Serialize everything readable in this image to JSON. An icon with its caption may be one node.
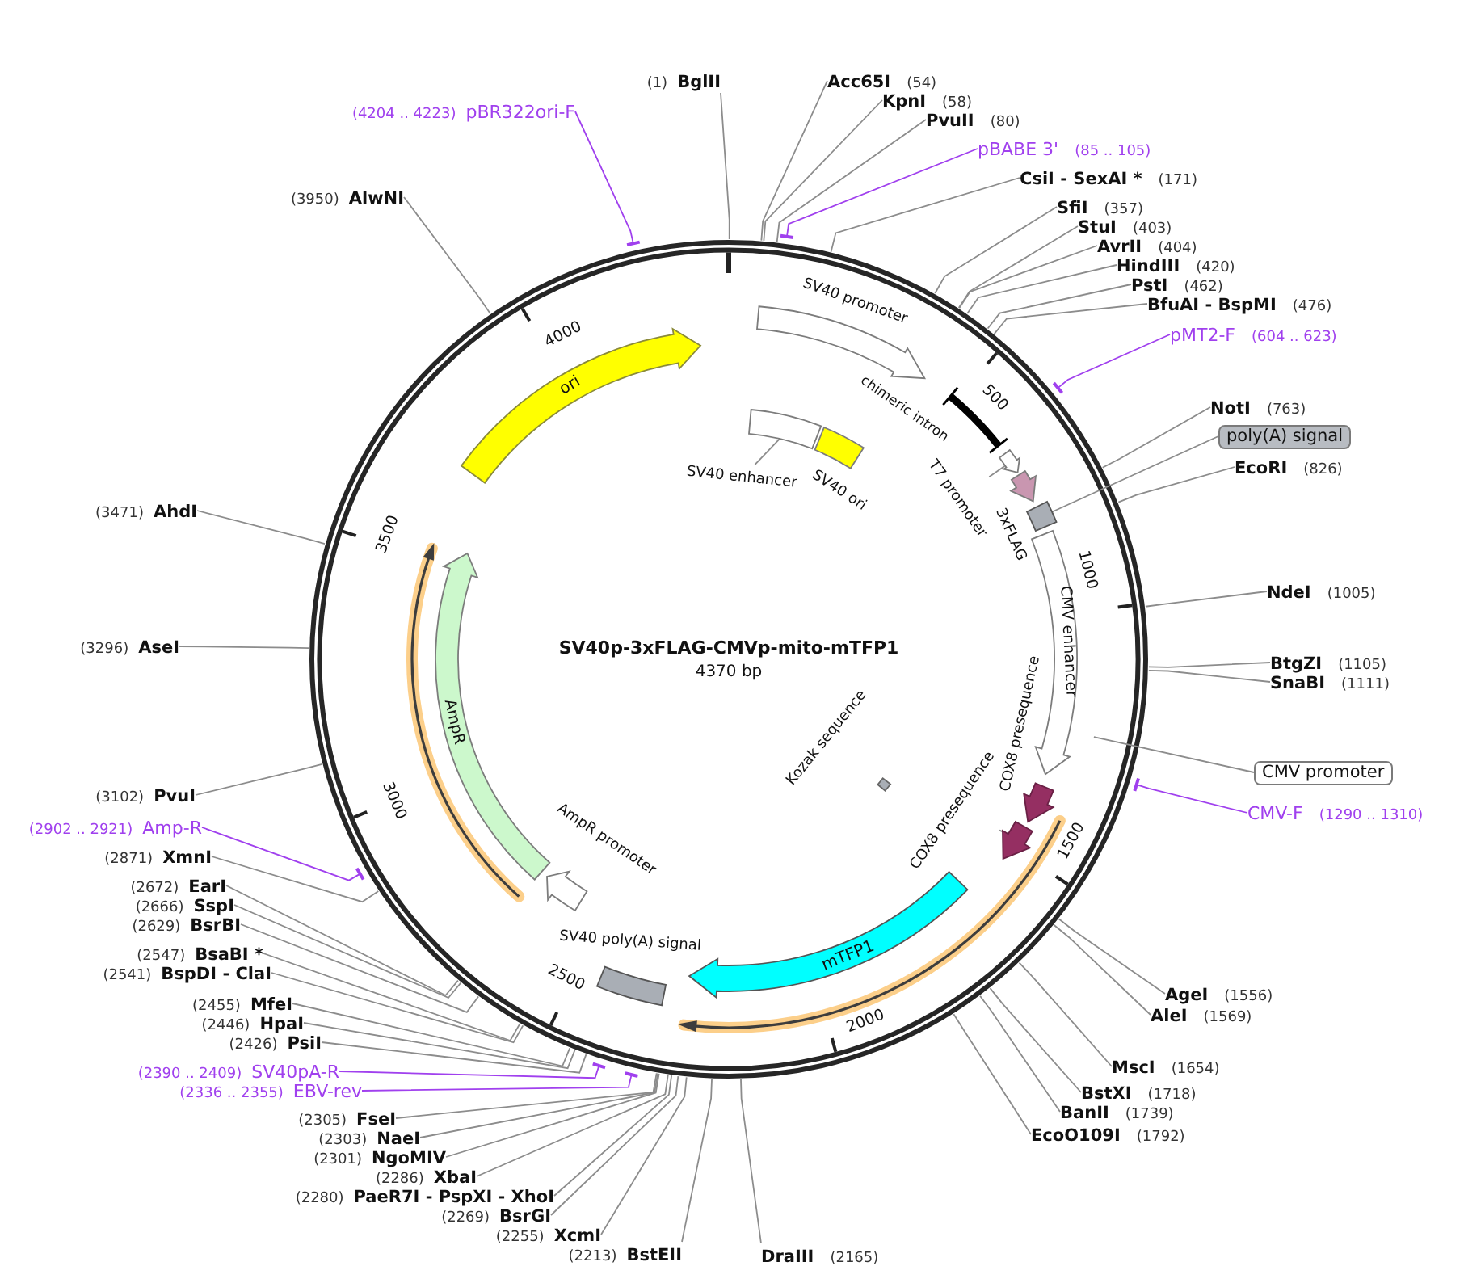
{
  "diagram": {
    "title": "SV40p-3xFLAG-CMVp-mito-mTFP1",
    "nodes": [
      {
        "text": [
          "BglII"
        ],
        "beside": [
          "(1)"
        ]
      },
      {
        "text": [
          "Acc65I"
        ],
        "beside": [
          "(54)"
        ]
      },
      {
        "text": [
          "KpnI"
        ],
        "beside": [
          "(58)"
        ]
      },
      {
        "text": [
          "PvuII"
        ],
        "beside": [
          "(80)"
        ]
      },
      {
        "text": [
          "pBABE 3'"
        ],
        "beside": [
          "(85 .. 105)"
        ]
      },
      {
        "text": [
          "CsiI - SexAI *"
        ],
        "beside": [
          "(171)"
        ]
      },
      {
        "text": [
          "SfiI"
        ],
        "beside": [
          "(357)"
        ]
      },
      {
        "text": [
          "StuI"
        ],
        "beside": [
          "(403)"
        ]
      },
      {
        "text": [
          "AvrII"
        ],
        "beside": [
          "(404)"
        ]
      },
      {
        "text": [
          "HindIII"
        ],
        "beside": [
          "(420)"
        ]
      },
      {
        "text": [
          "PstI"
        ],
        "beside": [
          "(462)"
        ]
      },
      {
        "text": [
          "BfuAI - BspMI"
        ],
        "beside": [
          "(476)"
        ]
      },
      {
        "text": [
          "pMT2-F"
        ],
        "beside": [
          "(604 .. 623)"
        ]
      },
      {
        "text": [
          "NotI"
        ],
        "beside": [
          "(763)"
        ]
      },
      {
        "text": [
          "poly(A) signal"
        ]
      },
      {
        "text": [
          "EcoRI"
        ],
        "beside": [
          "(826)"
        ]
      },
      {
        "text": [
          "NdeI"
        ],
        "beside": [
          "(1005)"
        ]
      },
      {
        "text": [
          "BtgZI"
        ],
        "beside": [
          "(1105)"
        ]
      },
      {
        "text": [
          "SnaBI"
        ],
        "beside": [
          "(1111)"
        ]
      },
      {
        "text": [
          "CMV promoter"
        ]
      },
      {
        "text": [
          "CMV-F"
        ],
        "beside": [
          "(1290 .. 1310)"
        ]
      },
      {
        "text": [
          "AgeI"
        ],
        "beside": [
          "(1556)"
        ]
      },
      {
        "text": [
          "AleI"
        ],
        "beside": [
          "(1569)"
        ]
      },
      {
        "text": [
          "MscI"
        ],
        "beside": [
          "(1654)"
        ]
      },
      {
        "text": [
          "BstXI"
        ],
        "beside": [
          "(1718)"
        ]
      },
      {
        "text": [
          "BanII"
        ],
        "beside": [
          "(1739)"
        ]
      },
      {
        "text": [
          "EcoO109I"
        ],
        "beside": [
          "(1792)"
        ]
      },
      {
        "text": [
          "DraIII"
        ],
        "beside": [
          "(2165)"
        ]
      },
      {
        "text": [
          "BstEII"
        ],
        "beside": [
          "(2213)"
        ]
      },
      {
        "text": [
          "XcmI"
        ],
        "beside": [
          "(2255)"
        ]
      },
      {
        "text": [
          "BsrGI"
        ],
        "beside": [
          "(2269)"
        ]
      },
      {
        "text": [
          "PaeR7I - PspXI - XhoI"
        ],
        "beside": [
          "(2280)"
        ]
      },
      {
        "text": [
          "XbaI"
        ],
        "beside": [
          "(2286)"
        ]
      },
      {
        "text": [
          "NgoMIV"
        ],
        "beside": [
          "(2301)"
        ]
      },
      {
        "text": [
          "NaeI"
        ],
        "beside": [
          "(2303)"
        ]
      },
      {
        "text": [
          "FseI"
        ],
        "beside": [
          "(2305)"
        ]
      },
      {
        "text": [
          "EBV-rev"
        ],
        "beside": [
          "(2336 .. 2355)"
        ]
      },
      {
        "text": [
          "SV40pA-R"
        ],
        "beside": [
          "(2390 .. 2409)"
        ]
      },
      {
        "text": [
          "PsiI"
        ],
        "beside": [
          "(2426)"
        ]
      },
      {
        "text": [
          "HpaI"
        ],
        "beside": [
          "(2446)"
        ]
      },
      {
        "text": [
          "MfeI"
        ],
        "beside": [
          "(2455)"
        ]
      },
      {
        "text": [
          "BspDI - ClaI"
        ],
        "beside": [
          "(2541)"
        ]
      },
      {
        "text": [
          "BsaBI *"
        ],
        "beside": [
          "(2547)"
        ]
      },
      {
        "text": [
          "BsrBI"
        ],
        "beside": [
          "(2629)"
        ]
      },
      {
        "text": [
          "SspI"
        ],
        "beside": [
          "(2666)"
        ]
      },
      {
        "text": [
          "EarI"
        ],
        "beside": [
          "(2672)"
        ]
      },
      {
        "text": [
          "XmnI"
        ],
        "beside": [
          "(2871)"
        ]
      },
      {
        "text": [
          "Amp-R"
        ],
        "beside": [
          "(2902 .. 2921)"
        ]
      },
      {
        "text": [
          "PvuI"
        ],
        "beside": [
          "(3102)"
        ]
      },
      {
        "text": [
          "AseI"
        ],
        "beside": [
          "(3296)"
        ]
      },
      {
        "text": [
          "AhdI"
        ],
        "beside": [
          "(3471)"
        ]
      },
      {
        "text": [
          "AlwNI"
        ],
        "beside": [
          "(3950)"
        ]
      },
      {
        "text": [
          "pBR322ori-F"
        ],
        "beside": [
          "(4204 .. 4223)"
        ]
      },
      {
        "text": [
          "SV40 promoter"
        ]
      },
      {
        "text": [
          "chimeric intron"
        ]
      },
      {
        "text": [
          "T7 promoter"
        ]
      },
      {
        "text": [],
        "shape": "arrow"
      },
      {
        "text": [
          "3xFLAG"
        ]
      },
      {
        "text": [],
        "shape": "box"
      },
      {
        "text": [
          "CMV enhancer"
        ]
      },
      {
        "text": [
          "COX8 presequence"
        ]
      },
      {
        "text": [
          "COX8 presequence"
        ]
      },
      {
        "text": [],
        "shape": "arrow"
      },
      {
        "text": [
          "Kozak sequence"
        ]
      },
      {
        "text": [
          "mTFP1"
        ]
      },
      {
        "text": [
          "SV40 poly(A) signal"
        ]
      },
      {
        "text": [
          "AmpR promoter"
        ]
      },
      {
        "text": [
          "AmpR"
        ]
      },
      {
        "text": [
          "ori"
        ]
      },
      {
        "text": [],
        "shape": "box"
      },
      {
        "text": [
          "SV40 enhancer"
        ]
      },
      {
        "text": [
          "SV40 ori"
        ]
      }
    ],
    "edges": [
      {
        "from": 0,
        "to": null,
        "arrow": "none"
      },
      {
        "from": 1,
        "to": null,
        "arrow": "none"
      },
      {
        "from": 2,
        "to": null,
        "arrow": "none"
      },
      {
        "from": 3,
        "to": null,
        "arrow": "none"
      },
      {
        "from": 4,
        "to": null,
        "arrow": "other",
        "color": "#a040ee"
      },
      {
        "from": 5,
        "to": null,
        "arrow": "none"
      },
      {
        "from": 6,
        "to": null,
        "arrow": "none"
      },
      {
        "from": 7,
        "to": null,
        "arrow": "none"
      },
      {
        "from": 8,
        "to": null,
        "arrow": "none"
      },
      {
        "from": 9,
        "to": null,
        "arrow": "none"
      },
      {
        "from": 10,
        "to": null,
        "arrow": "none"
      },
      {
        "from": 11,
        "to": null,
        "arrow": "none"
      },
      {
        "from": 12,
        "to": null,
        "arrow": "other",
        "color": "#a040ee"
      },
      {
        "from": 13,
        "to": null,
        "arrow": "none"
      },
      {
        "from": 14,
        "to": 58,
        "arrow": "none"
      },
      {
        "from": 15,
        "to": null,
        "arrow": "none"
      },
      {
        "from": 16,
        "to": null,
        "arrow": "none"
      },
      {
        "from": 17,
        "to": null,
        "arrow": "none"
      },
      {
        "from": 18,
        "to": null,
        "arrow": "none"
      },
      {
        "from": 19,
        "to": null,
        "arrow": "none"
      },
      {
        "from": 20,
        "to": null,
        "arrow": "other",
        "color": "#a040ee"
      },
      {
        "from": 21,
        "to": null,
        "arrow": "none"
      },
      {
        "from": 22,
        "to": null,
        "arrow": "none"
      },
      {
        "from": 23,
        "to": null,
        "arrow": "none"
      },
      {
        "from": 24,
        "to": null,
        "arrow": "none"
      },
      {
        "from": 25,
        "to": null,
        "arrow": "none"
      },
      {
        "from": 26,
        "to": null,
        "arrow": "none"
      },
      {
        "from": 27,
        "to": null,
        "arrow": "none"
      },
      {
        "from": 28,
        "to": null,
        "arrow": "none"
      },
      {
        "from": 29,
        "to": null,
        "arrow": "none"
      },
      {
        "from": 30,
        "to": null,
        "arrow": "none"
      },
      {
        "from": 31,
        "to": null,
        "arrow": "none"
      },
      {
        "from": 32,
        "to": null,
        "arrow": "none"
      },
      {
        "from": 33,
        "to": null,
        "arrow": "none"
      },
      {
        "from": 34,
        "to": null,
        "arrow": "none"
      },
      {
        "from": 35,
        "to": null,
        "arrow": "none"
      },
      {
        "from": 36,
        "to": null,
        "arrow": "other",
        "color": "#a040ee"
      },
      {
        "from": 37,
        "to": null,
        "arrow": "other",
        "color": "#a040ee"
      },
      {
        "from": 38,
        "to": null,
        "arrow": "none"
      },
      {
        "from": 39,
        "to": null,
        "arrow": "none"
      },
      {
        "from": 40,
        "to": null,
        "arrow": "none"
      },
      {
        "from": 41,
        "to": null,
        "arrow": "none"
      },
      {
        "from": 42,
        "to": null,
        "arrow": "none"
      },
      {
        "from": 43,
        "to": null,
        "arrow": "none"
      },
      {
        "from": 44,
        "to": null,
        "arrow": "none"
      },
      {
        "from": 45,
        "to": null,
        "arrow": "none"
      },
      {
        "from": 46,
        "to": null,
        "arrow": "none"
      },
      {
        "from": 47,
        "to": null,
        "arrow": "other",
        "color": "#a040ee"
      },
      {
        "from": 48,
        "to": null,
        "arrow": "none"
      },
      {
        "from": 49,
        "to": null,
        "arrow": "none"
      },
      {
        "from": 50,
        "to": null,
        "arrow": "none"
      },
      {
        "from": 51,
        "to": null,
        "arrow": "none"
      },
      {
        "from": 52,
        "to": null,
        "arrow": "other",
        "color": "#a040ee"
      },
      {
        "from": 55,
        "to": 56,
        "arrow": "none"
      },
      {
        "from": 61,
        "to": 62,
        "arrow": "none"
      },
      {
        "from": 70,
        "to": 69,
        "arrow": "none"
      }
    ],
    "labels": [
      "4370 bp",
      "500",
      "1000",
      "1500",
      "2000",
      "2500",
      "3000",
      "3500",
      "4000"
    ]
  }
}
